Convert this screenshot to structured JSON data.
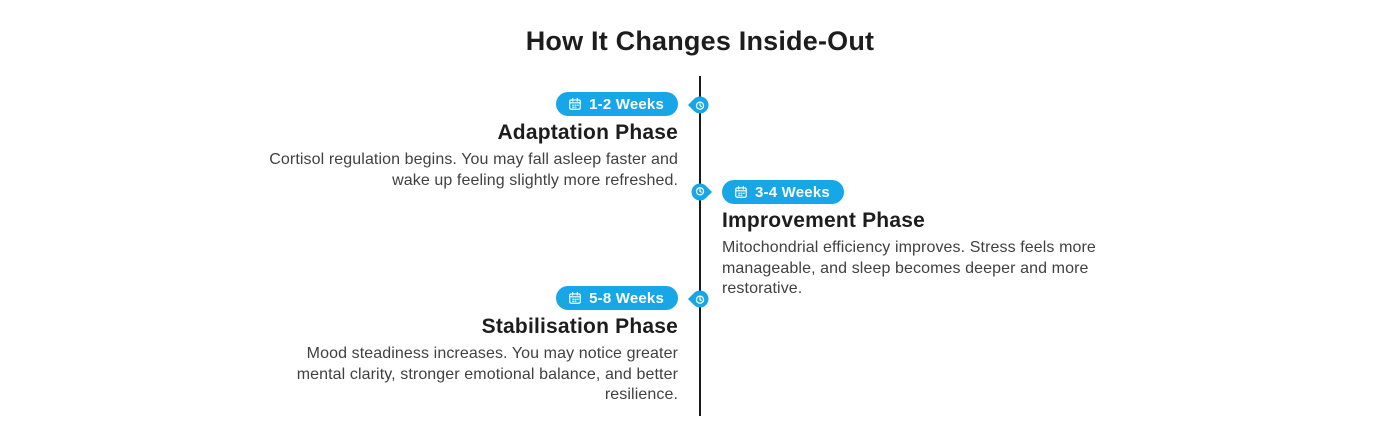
{
  "title": "How It Changes Inside-Out",
  "colors": {
    "accent": "#17a7e8",
    "line": "#1a1a1a",
    "heading_text": "#1d1d1d",
    "body_text": "#414141",
    "badge_text": "#ffffff",
    "background": "#ffffff"
  },
  "timeline": {
    "orientation": "vertical",
    "phases": [
      {
        "badge": "1-2 Weeks",
        "badge_icon": "calendar-icon",
        "marker_icon": "clock-icon",
        "heading": "Adaptation Phase",
        "description": "Cortisol regulation begins. You may fall asleep faster and wake up feeling slightly more refreshed.",
        "side": "left"
      },
      {
        "badge": "3-4 Weeks",
        "badge_icon": "calendar-icon",
        "marker_icon": "clock-icon",
        "heading": "Improvement Phase",
        "description": "Mitochondrial efficiency improves. Stress feels more manageable, and sleep becomes deeper and more restorative.",
        "side": "right"
      },
      {
        "badge": "5-8 Weeks",
        "badge_icon": "calendar-icon",
        "marker_icon": "clock-icon",
        "heading": "Stabilisation Phase",
        "description": "Mood steadiness increases. You may notice greater mental clarity, stronger emotional balance, and better resilience.",
        "side": "left"
      }
    ]
  }
}
